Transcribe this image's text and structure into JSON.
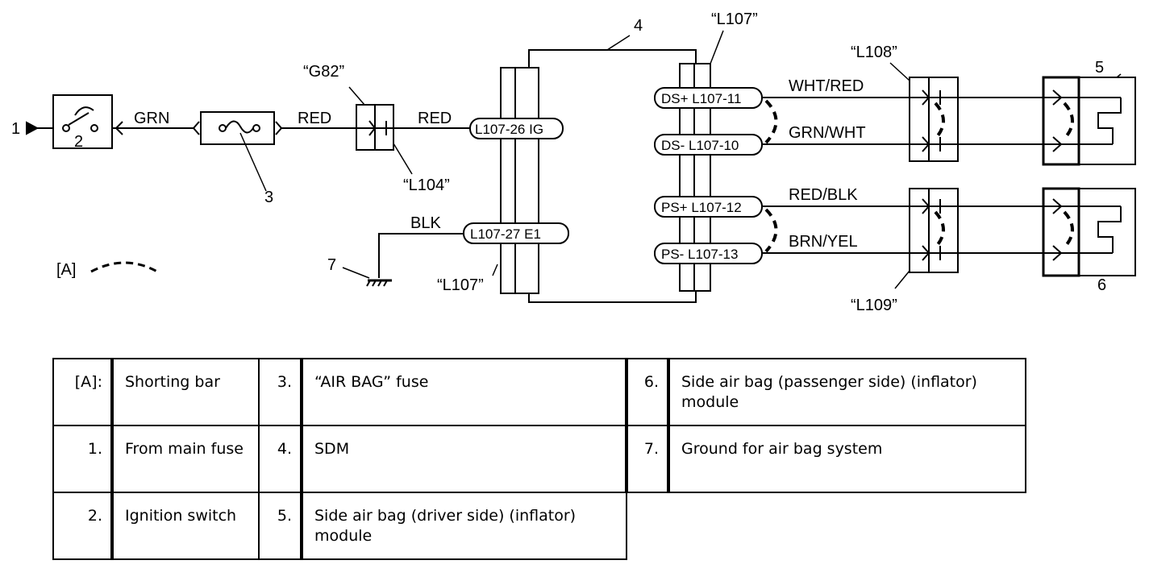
{
  "diagram": {
    "callouts": {
      "c1": "1",
      "c2": "2",
      "c3": "3",
      "c4": "4",
      "c5": "5",
      "c6": "6",
      "c7": "7"
    },
    "connectors": {
      "g82": "“G82”",
      "l104": "“L104”",
      "l107_top": "“L107”",
      "l107_bottom": "“L107”",
      "l108": "“L108”",
      "l109": "“L109”"
    },
    "wires": {
      "grn": "GRN",
      "red_left": "RED",
      "red_right": "RED",
      "blk": "BLK",
      "wht_red": "WHT/RED",
      "grn_wht": "GRN/WHT",
      "red_blk": "RED/BLK",
      "brn_yel": "BRN/YEL"
    },
    "pins": {
      "ig": "L107-26 IG",
      "e1": "L107-27  E1",
      "ds_plus": "DS+ L107-11",
      "ds_minus": "DS-  L107-10",
      "ps_plus": "PS+ L107-12",
      "ps_minus": "PS-  L107-13"
    },
    "shorting_bar_ref": "[A]"
  },
  "legend": {
    "rows": [
      [
        {
          "key": "[A]:",
          "text": "Shorting bar"
        },
        {
          "key": "3.",
          "text": "“AIR BAG” fuse"
        },
        {
          "key": "6.",
          "text": "Side air bag (passenger side) (inflator) module"
        }
      ],
      [
        {
          "key": "1.",
          "text": "From main fuse"
        },
        {
          "key": "4.",
          "text": "SDM"
        },
        {
          "key": "7.",
          "text": "Ground for air bag system"
        }
      ],
      [
        {
          "key": "2.",
          "text": "Ignition switch"
        },
        {
          "key": "5.",
          "text": "Side air bag (driver side) (inflator) module"
        }
      ]
    ]
  }
}
